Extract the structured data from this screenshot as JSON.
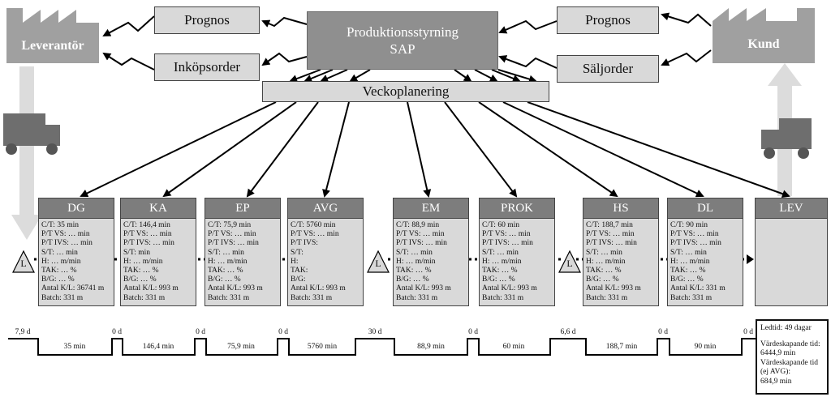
{
  "top": {
    "supplier": {
      "label": "Leverantör",
      "icon": "factory-icon"
    },
    "customer": {
      "label": "Kund",
      "icon": "factory-icon"
    },
    "forecast_left": "Prognos",
    "forecast_right": "Prognos",
    "purchase_order": "Inköpsorder",
    "sales_order": "Säljorder",
    "production_control": {
      "line1": "Produktionsstyrning",
      "line2": "SAP"
    },
    "weekly_planning": "Veckoplanering"
  },
  "processes": [
    {
      "name": "DG",
      "lines": [
        "C/T: 35 min",
        "P/T VS: … min",
        "P/T IVS: … min",
        "S/T: … min",
        "H: … m/min",
        "TAK: … %",
        "B/G: … %",
        "Antal K/L: 36741 m",
        "Batch: 331 m"
      ]
    },
    {
      "name": "KA",
      "lines": [
        "C/T: 146,4 min",
        "P/T VS: … min",
        "P/T IVS: … min",
        "S/T:  min",
        "H: … m/min",
        "TAK: … %",
        "B/G: … %",
        "Antal K/L: 993 m",
        "Batch: 331 m"
      ]
    },
    {
      "name": "EP",
      "lines": [
        "C/T: 75,9 min",
        "P/T VS: … min",
        "P/T IVS: … min",
        "S/T: … min",
        "H: … m/min",
        "TAK: … %",
        "B/G: … %",
        "Antal K/L: 993 m",
        "Batch: 331 m"
      ]
    },
    {
      "name": "AVG",
      "lines": [
        "C/T: 5760 min",
        "P/T VS: … min",
        "P/T IVS:",
        "S/T:",
        "H:",
        "TAK:",
        "B/G:",
        "Antal K/L: 993 m",
        "Batch: 331 m"
      ]
    },
    {
      "name": "EM",
      "lines": [
        "C/T: 88,9 min",
        "P/T VS: … min",
        "P/T IVS: … min",
        "S/T: … min",
        "H: … m/min",
        "TAK: … %",
        "B/G: … %",
        "Antal K/L: 993 m",
        "Batch: 331 m"
      ]
    },
    {
      "name": "PROK",
      "lines": [
        "C/T: 60 min",
        "P/T VS: … min",
        "P/T IVS: … min",
        "S/T: … min",
        "H: … m/min",
        "TAK: … %",
        "B/G: … %",
        "Antal K/L: 993 m",
        "Batch: 331 m"
      ]
    },
    {
      "name": "HS",
      "lines": [
        "C/T: 188,7 min",
        "P/T VS: … min",
        "P/T IVS: … min",
        "S/T: … min",
        "H: … m/min",
        "TAK: … %",
        "B/G: … %",
        "Antal K/L: 993 m",
        "Batch: 331 m"
      ]
    },
    {
      "name": "DL",
      "lines": [
        "C/T: 90 min",
        "P/T VS: … min",
        "P/T IVS: … min",
        "S/T: … min",
        "H: … m/min",
        "TAK: … %",
        "B/G: … %",
        "Antal K/L: 331 m",
        "Batch: 331 m"
      ]
    },
    {
      "name": "LEV",
      "lines": []
    }
  ],
  "inventory_label": "L",
  "timeline": {
    "wait_times": [
      "7,9 d",
      "0 d",
      "0 d",
      "0 d",
      "30 d",
      "0 d",
      "6,6 d",
      "0 d",
      "0 d"
    ],
    "process_times": [
      "35 min",
      "146,4 min",
      "75,9 min",
      "5760 min",
      "88,9 min",
      "60 min",
      "188,7 min",
      "90 min"
    ]
  },
  "summary": {
    "lead_time": "Ledtid: 49 dagar",
    "value_adding_label": "Värdeskapande tid:",
    "value_adding_value": "6444,9 min",
    "value_adding_excl_label": "Värdeskapande tid (ej AVG):",
    "value_adding_excl_value": "684,9 min"
  },
  "colors": {
    "box_fill": "#d9d9d9",
    "header_fill": "#7d7d7d",
    "factory_fill": "#a0a0a0",
    "truck_fill": "#6e6e6e",
    "flow_arrow_fill": "#dcdcdc"
  }
}
